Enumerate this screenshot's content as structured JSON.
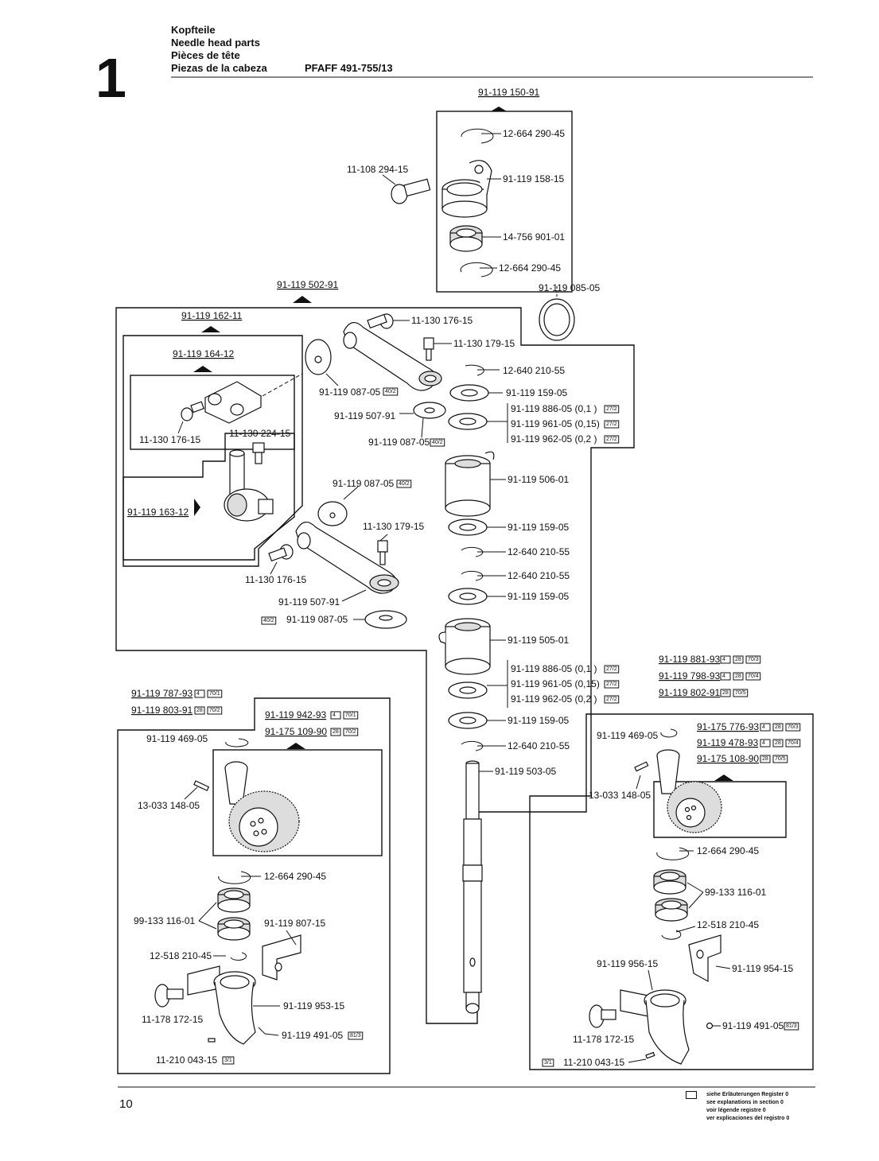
{
  "header": {
    "section_number": "1",
    "title_de": "Kopfteile",
    "title_en": "Needle head parts",
    "title_fr": "Pièces de tête",
    "title_es": "Piezas de la cabeza",
    "model": "PFAFF 491-755/13"
  },
  "footer": {
    "page_number": "10",
    "legend_de": "siehe Erläuterungen Register 0",
    "legend_en": "see explanations in section 0",
    "legend_fr": "voir légende registre 0",
    "legend_es": "ver explicaciones del registro 0"
  },
  "groups": {
    "g1": "91-119 150-91",
    "g2": "91-119 502-91",
    "g3": "91-119 162-11",
    "g4": "91-119 164-12",
    "g5": "91-119 163-12",
    "g6a": "91-119 787-93",
    "g6b": "91-119 803-91",
    "g7a": "91-119 942-93",
    "g7b": "91-175 109-90",
    "g8a": "91-119 881-93",
    "g8b": "91-119 798-93",
    "g8c": "91-119 802-91",
    "g9a": "91-175 776-93",
    "g9b": "91-119 478-93",
    "g9c": "91-175 108-90"
  },
  "parts": {
    "p1": "12-664 290-45",
    "p2": "11-108 294-15",
    "p3": "91-119 158-15",
    "p4": "14-756 901-01",
    "p5": "12-664 290-45",
    "p6": "91-119 085-05",
    "p7": "11-130 176-15",
    "p8": "11-130 179-15",
    "p9": "12-640 210-55",
    "p10": "91-119 087-05",
    "p11": "91-119 159-05",
    "p12": "91-119 507-91",
    "p13": "91-119 886-05 (0,1 )",
    "p14": "91-119 961-05 (0,15)",
    "p15": "91-119 962-05 (0,2 )",
    "p16": "91-119 087-05",
    "p17": "11-130 176-15",
    "p18": "11-130 224-15",
    "p19": "91-119 087-05",
    "p20": "91-119 506-01",
    "p21": "11-130 179-15",
    "p22": "91-119 159-05",
    "p23": "12-640 210-55",
    "p24": "12-640 210-55",
    "p25": "11-130 176-15",
    "p26": "91-119 507-91",
    "p27": "91-119 159-05",
    "p28": "91-119 087-05",
    "p29": "91-119 505-01",
    "p30": "91-119 886-05 (0,1 )",
    "p31": "91-119 961-05 (0,15)",
    "p32": "91-119 962-05 (0,2 )",
    "p33": "91-119 159-05",
    "p34": "12-640 210-55",
    "p35": "91-119 503-05",
    "p36": "91-119 469-05",
    "p37": "13-033 148-05",
    "p38": "12-664 290-45",
    "p39": "99-133 116-01",
    "p40": "91-119 807-15",
    "p41": "12-518 210-45",
    "p42": "11-178 172-15",
    "p43": "91-119 953-15",
    "p44": "91-119 491-05",
    "p45": "11-210 043-15",
    "p46": "91-119 469-05",
    "p47": "13-033 148-05",
    "p48": "12-664 290-45",
    "p49": "99-133 116-01",
    "p50": "12-518 210-45",
    "p51": "91-119 956-15",
    "p52": "91-119 954-15",
    "p53": "11-178 172-15",
    "p54": "91-119 491-05",
    "p55": "11-210 043-15"
  },
  "refs": {
    "r1": "40/2",
    "r2": "40/2",
    "r3": "40/2",
    "r4": "40/2",
    "r5": "27/2",
    "r6": "27/2",
    "r7": "27/2",
    "r8": "27/2",
    "r9": "27/2",
    "r10": "27/2",
    "r11": "4",
    "r12": "70/1",
    "r13": "28",
    "r14": "70/2",
    "r15": "4",
    "r16": "70/1",
    "r17": "28",
    "r18": "70/2",
    "r19": "81/3",
    "r20": "3/1",
    "r21": "4",
    "r22": "28",
    "r23": "70/3",
    "r24": "4",
    "r25": "28",
    "r26": "70/4",
    "r27": "28",
    "r28": "70/5",
    "r29": "4",
    "r30": "28",
    "r31": "70/3",
    "r32": "4",
    "r33": "28",
    "r34": "70/4",
    "r35": "28",
    "r36": "70/5",
    "r37": "81/3",
    "r38": "3/1"
  }
}
